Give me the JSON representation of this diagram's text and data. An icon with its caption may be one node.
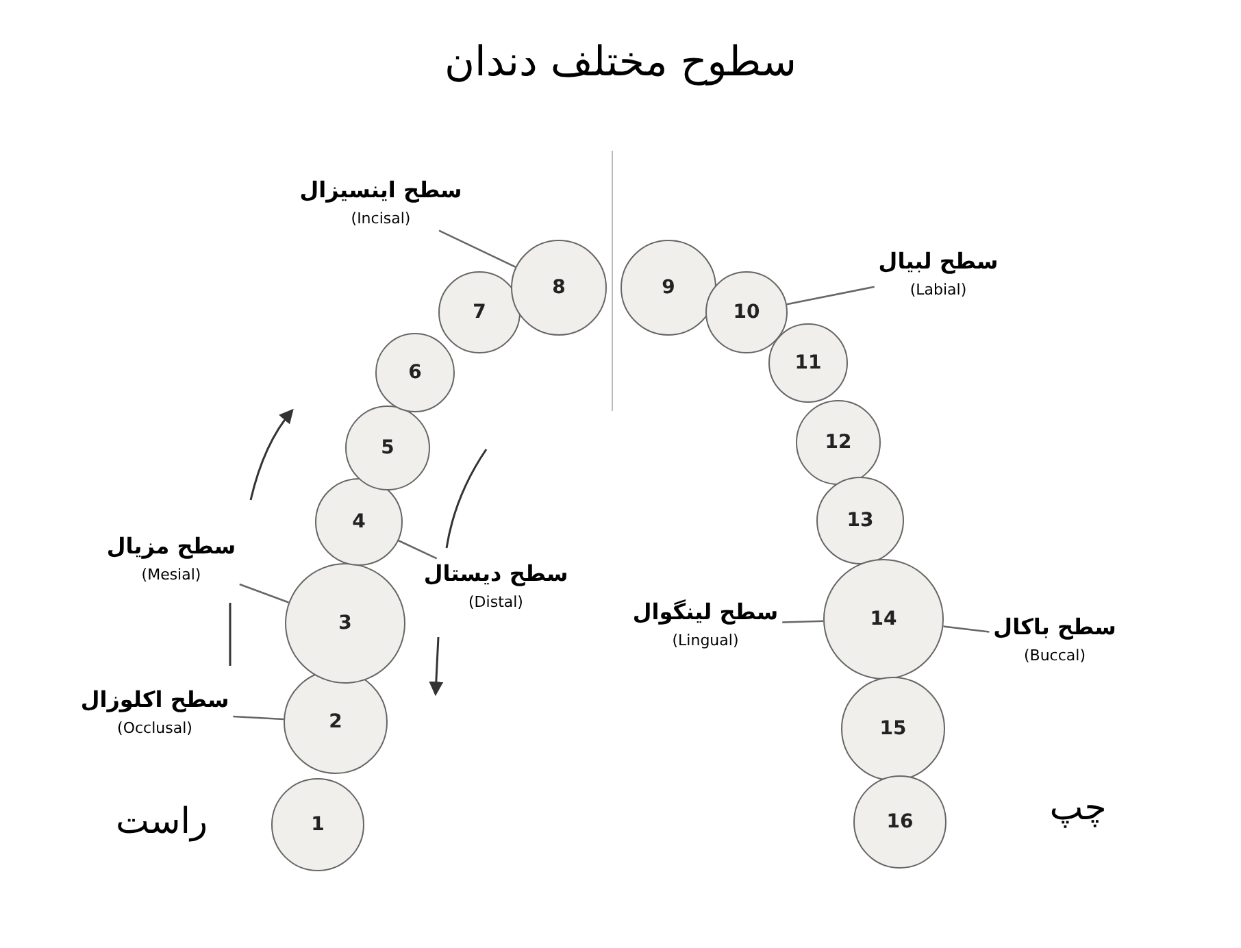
{
  "diagram": {
    "title": "سطوح مختلف دندان",
    "nodes": [
      {
        "text": [
          "1"
        ]
      },
      {
        "text": [
          "2"
        ]
      },
      {
        "text": [
          "3"
        ]
      },
      {
        "text": [
          "4"
        ]
      },
      {
        "text": [
          "5"
        ]
      },
      {
        "text": [
          "6"
        ]
      },
      {
        "text": [
          "7"
        ]
      },
      {
        "text": [
          "8"
        ]
      },
      {
        "text": [
          "9"
        ]
      },
      {
        "text": [
          "10"
        ]
      },
      {
        "text": [
          "11"
        ]
      },
      {
        "text": [
          "12"
        ]
      },
      {
        "text": [
          "13"
        ]
      },
      {
        "text": [
          "14"
        ]
      },
      {
        "text": [
          "15"
        ]
      },
      {
        "text": [
          "16"
        ]
      },
      {
        "text": [
          "سطح اینسیزال",
          "(Incisal)"
        ]
      },
      {
        "text": [
          "سطح لبیال",
          "(Labial)"
        ]
      },
      {
        "text": [
          "سطح مزیال",
          "(Mesial)"
        ]
      },
      {
        "text": [
          "سطح دیستال",
          "(Distal)"
        ]
      },
      {
        "text": [
          "سطح لینگوال",
          "(Lingual)"
        ]
      },
      {
        "text": [
          "سطح باکال",
          "(Buccal)"
        ]
      },
      {
        "text": [
          "سطح اکلوزال",
          "(Occlusal)"
        ]
      }
    ],
    "edges": [
      {
        "from": 16,
        "to": 7,
        "arrow": "none"
      },
      {
        "from": 17,
        "to": 9,
        "arrow": "none"
      },
      {
        "from": 18,
        "to": 2,
        "arrow": "none"
      },
      {
        "from": 19,
        "to": 3,
        "arrow": "none"
      },
      {
        "from": 20,
        "to": 13,
        "arrow": "none"
      },
      {
        "from": 21,
        "to": 13,
        "arrow": "none"
      },
      {
        "from": 22,
        "to": 1,
        "arrow": "none"
      }
    ],
    "labels": [
      "راست",
      "چپ"
    ]
  }
}
